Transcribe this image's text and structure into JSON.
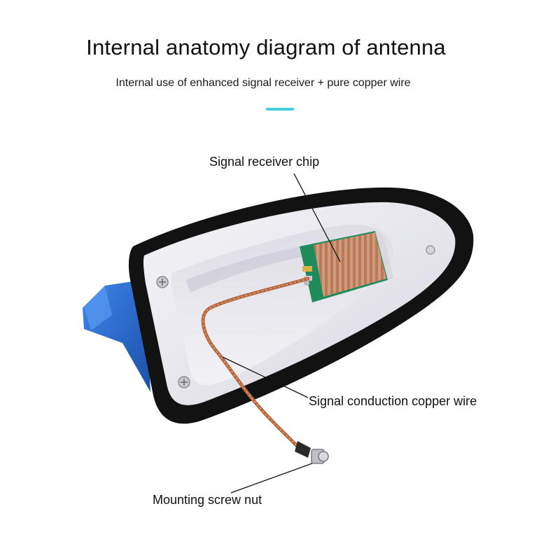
{
  "header": {
    "title": "Internal anatomy diagram of antenna",
    "subtitle": "Internal use of enhanced signal receiver + pure copper wire",
    "accent_color": "#3fd0dc"
  },
  "callouts": {
    "chip": "Signal receiver chip",
    "wire": "Signal conduction copper wire",
    "nut": "Mounting screw nut"
  },
  "colors": {
    "housing_outer": "#111111",
    "housing_inner": "#ecebf1",
    "base_blue": "#2a6fd8",
    "chip_copper": "#c98b6a",
    "pcb_green": "#1f8a5a",
    "copper_wire": "#b5673e"
  }
}
